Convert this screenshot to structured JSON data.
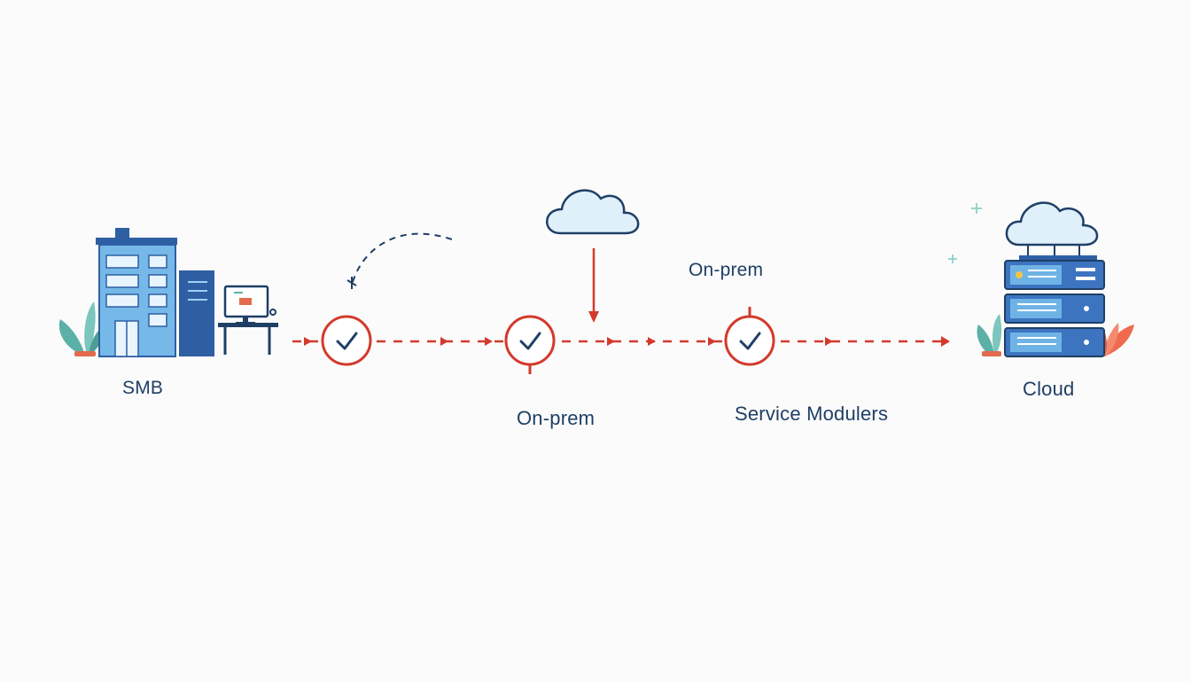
{
  "labels": {
    "smb": "SMB",
    "onprem_top": "On-prem",
    "onprem": "On-prem",
    "service": "Service Modulers",
    "cloud": "Cloud"
  },
  "colors": {
    "accent_red": "#d33a2c",
    "navy": "#1f3f66",
    "building_blue": "#6fb3e6",
    "dark_blue": "#2f5fa3",
    "cloud_fill": "#dff0fb",
    "plant_teal": "#5bb0a8",
    "plant_coral": "#ef6a4f"
  },
  "icons": {
    "building": "office-building-icon",
    "computer": "computer-desk-icon",
    "checkpoint": "check-circle-icon",
    "cloud": "cloud-icon",
    "server": "server-rack-icon"
  }
}
